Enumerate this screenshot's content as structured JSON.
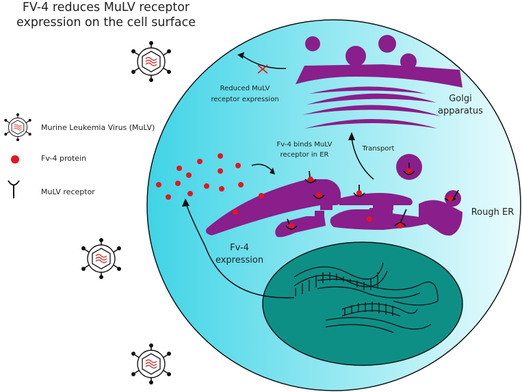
{
  "title": "FV-4 reduces MuLV receptor expression on the cell surface",
  "legend": {
    "virus": "Murine Leukemia Virus (MuLV)",
    "protein": "Fv-4 protein",
    "receptor": "MuLV receptor"
  },
  "labels": {
    "reduced_line1": "Reduced MuLV",
    "reduced_line2": "receptor expression",
    "golgi_line1": "Golgi",
    "golgi_line2": "apparatus",
    "transport": "Transport",
    "binds_line1": "Fv-4 binds MuLV",
    "binds_line2": "receptor in ER",
    "rough_er": "Rough ER",
    "expression_line1": "Fv-4",
    "expression_line2": "expression"
  },
  "colors": {
    "organelle": "#8a1e8a",
    "protein_dot": "#e8141e",
    "nucleus": "#0e8f86",
    "cell_gradient_left": "#3fd4e6",
    "cell_gradient_right": "#eafcfd",
    "cross": "#e8141e"
  }
}
